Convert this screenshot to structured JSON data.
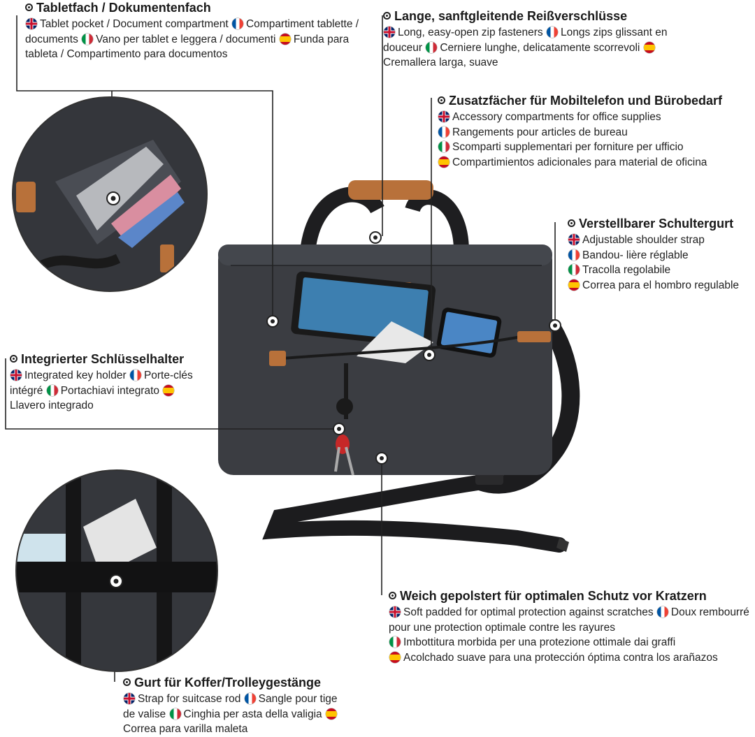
{
  "callouts": {
    "tablet": {
      "title": "Tabletfach / Dokumentenfach",
      "en": "Tablet pocket / Document compartment",
      "fr": "Compartiment tablette / documents",
      "it": "Vano per tablet e leggera / documenti",
      "es": "Funda para tableta / Compartimento para documentos"
    },
    "zips": {
      "title": "Lange, sanftgleitende Reißverschlüsse",
      "en": "Long, easy-open zip fasteners",
      "fr": "Longs zips glissant en douceur",
      "it": "Cerniere lunghe, delicatamente scorrevoli",
      "es": "Cremallera larga, suave"
    },
    "accessory": {
      "title": "Zusatzfächer für Mobiltelefon und Bürobedarf",
      "en": "Accessory compartments for office supplies",
      "fr": "Rangements pour articles de bureau",
      "it": "Scomparti supplementari per forniture per ufficio",
      "es": "Compartimientos adicionales para material de oficina"
    },
    "strap": {
      "title": "Verstellbarer Schultergurt",
      "en": "Adjustable shoulder strap",
      "fr": "Bandou- lière réglable",
      "it": "Tracolla regolabile",
      "es": "Correa para el hombro regulable"
    },
    "key": {
      "title": "Integrierter Schlüsselhalter",
      "en": "Integrated key holder",
      "fr": "Porte-clés intégré",
      "it": "Portachiavi integrato",
      "es": "Llavero integrado"
    },
    "padded": {
      "title": "Weich gepolstert für optimalen Schutz vor Kratzern",
      "en": "Soft padded for optimal protection against scratches",
      "fr": "Doux rembourré pour une protection optimale contre les rayures",
      "it": "Imbottitura morbida per una protezione ottimale dai graffi",
      "es": "Acolchado suave para una protección óptima contra los arañazos"
    },
    "trolley": {
      "title": "Gurt für Koffer/Trolleygestänge",
      "en": "Strap for suitcase rod",
      "fr": "Sangle pour tige de valise",
      "it": "Cinghia per asta della valigia",
      "es": "Correa para varilla maleta"
    }
  },
  "colors": {
    "bag": "#3b3d42",
    "leather": "#b8713a",
    "strap": "#1c1c1e",
    "line": "#222222"
  }
}
